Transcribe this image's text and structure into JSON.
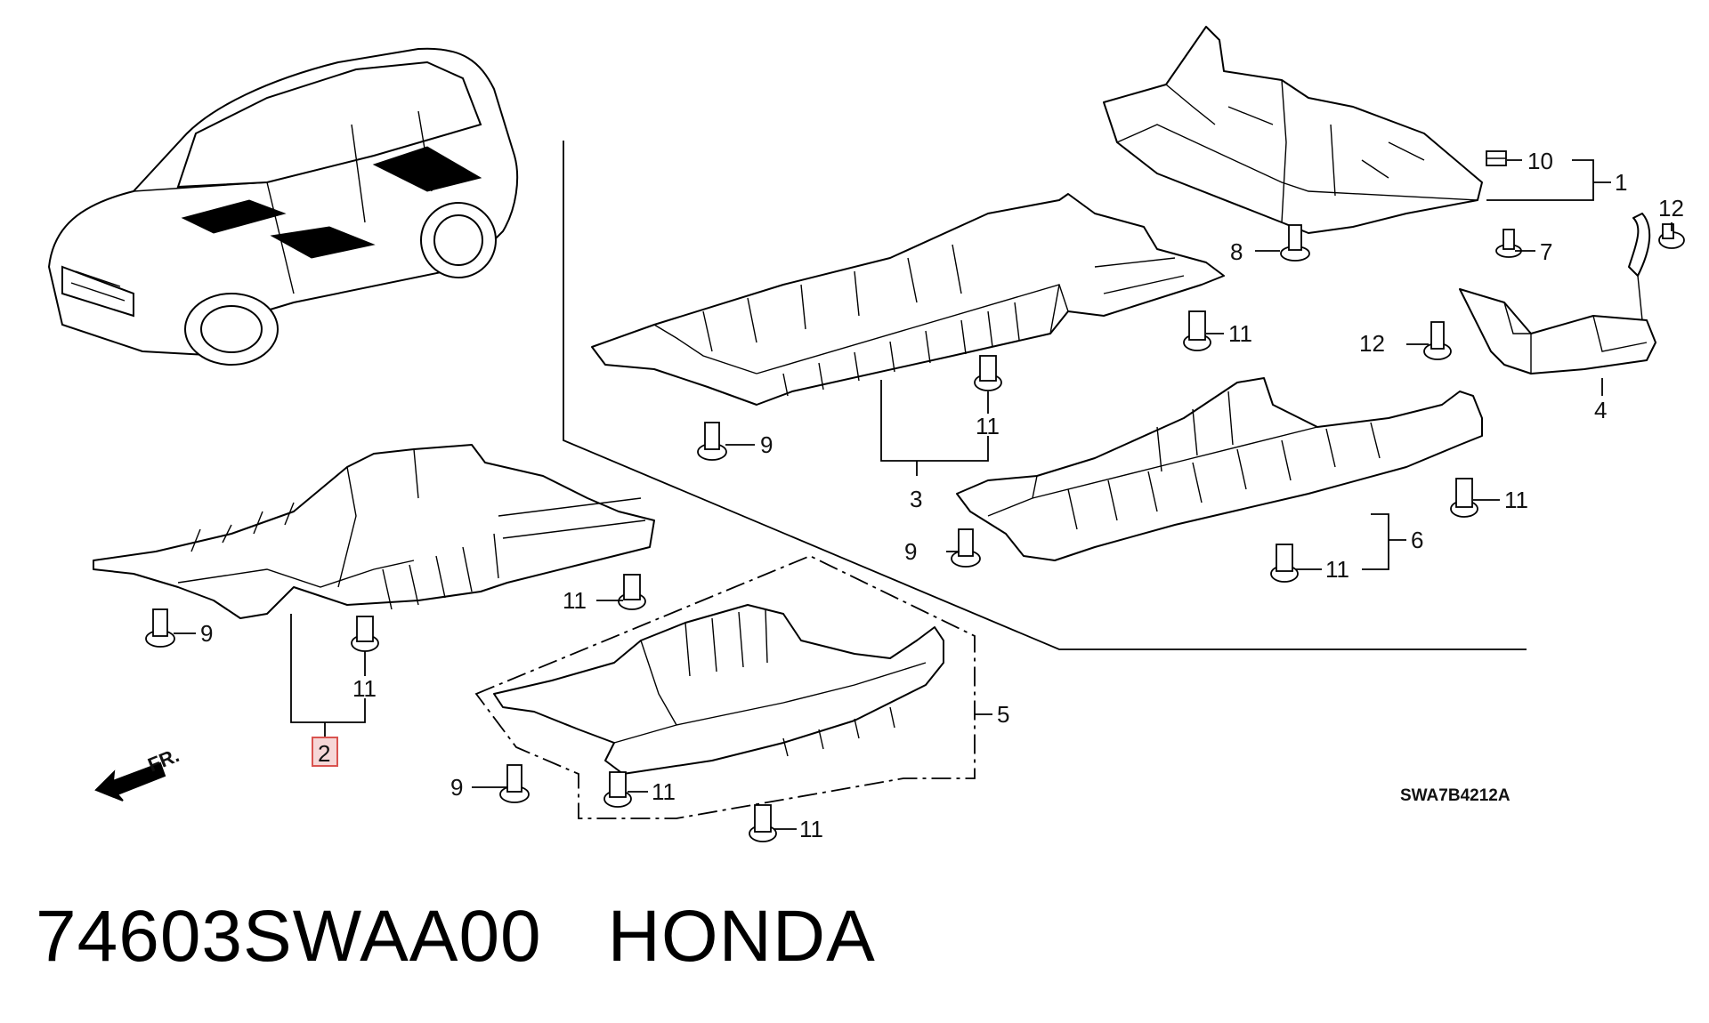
{
  "diagram": {
    "ref_code": "SWA7B4212A",
    "arrow_label": "FR.",
    "part_number": "74603SWAA00",
    "brand": "HONDA",
    "callouts": {
      "n1": "1",
      "n2": "2",
      "n3": "3",
      "n4": "4",
      "n5": "5",
      "n6": "6",
      "n7": "7",
      "n8": "8",
      "n9": "9",
      "n10": "10",
      "n11": "11",
      "n12": "12"
    },
    "highlight_color": "#d9534f"
  }
}
